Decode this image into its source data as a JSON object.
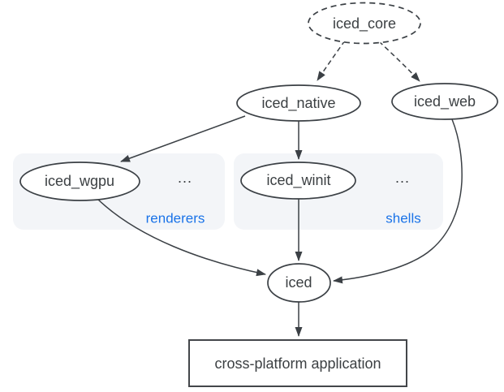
{
  "nodes": {
    "iced_core": "iced_core",
    "iced_native": "iced_native",
    "iced_web": "iced_web",
    "iced_wgpu": "iced_wgpu",
    "iced_winit": "iced_winit",
    "iced": "iced",
    "app": "cross-platform application"
  },
  "groups": {
    "renderers": {
      "label": "renderers",
      "more": "..."
    },
    "shells": {
      "label": "shells",
      "more": "..."
    }
  },
  "edges": [
    {
      "from": "iced_core",
      "to": "iced_native",
      "style": "dashed"
    },
    {
      "from": "iced_core",
      "to": "iced_web",
      "style": "dashed"
    },
    {
      "from": "iced_native",
      "to": "iced_wgpu",
      "style": "solid"
    },
    {
      "from": "iced_native",
      "to": "iced_winit",
      "style": "solid"
    },
    {
      "from": "iced_wgpu",
      "to": "iced",
      "style": "solid"
    },
    {
      "from": "iced_winit",
      "to": "iced",
      "style": "solid"
    },
    {
      "from": "iced_web",
      "to": "iced",
      "style": "solid"
    },
    {
      "from": "iced",
      "to": "app",
      "style": "solid"
    }
  ],
  "colors": {
    "stroke": "#3b4045",
    "text": "#3c4043",
    "group_label_blue": "#1a73e8",
    "group_background": "#f3f5f8",
    "node_fill": "#ffffff"
  }
}
